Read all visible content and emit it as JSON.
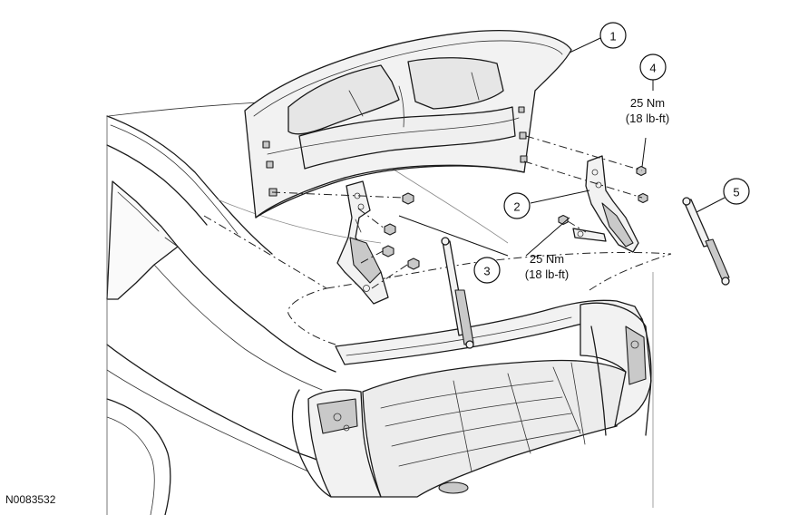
{
  "callouts": [
    {
      "number": "1"
    },
    {
      "number": "2"
    },
    {
      "number": "3"
    },
    {
      "number": "4"
    },
    {
      "number": "5"
    }
  ],
  "torque_specs": {
    "upper": {
      "metric": "25 Nm",
      "imperial": "(18 lb-ft)"
    },
    "lower": {
      "metric": "25 Nm",
      "imperial": "(18 lb-ft)"
    }
  },
  "reference_id": "N0083532"
}
